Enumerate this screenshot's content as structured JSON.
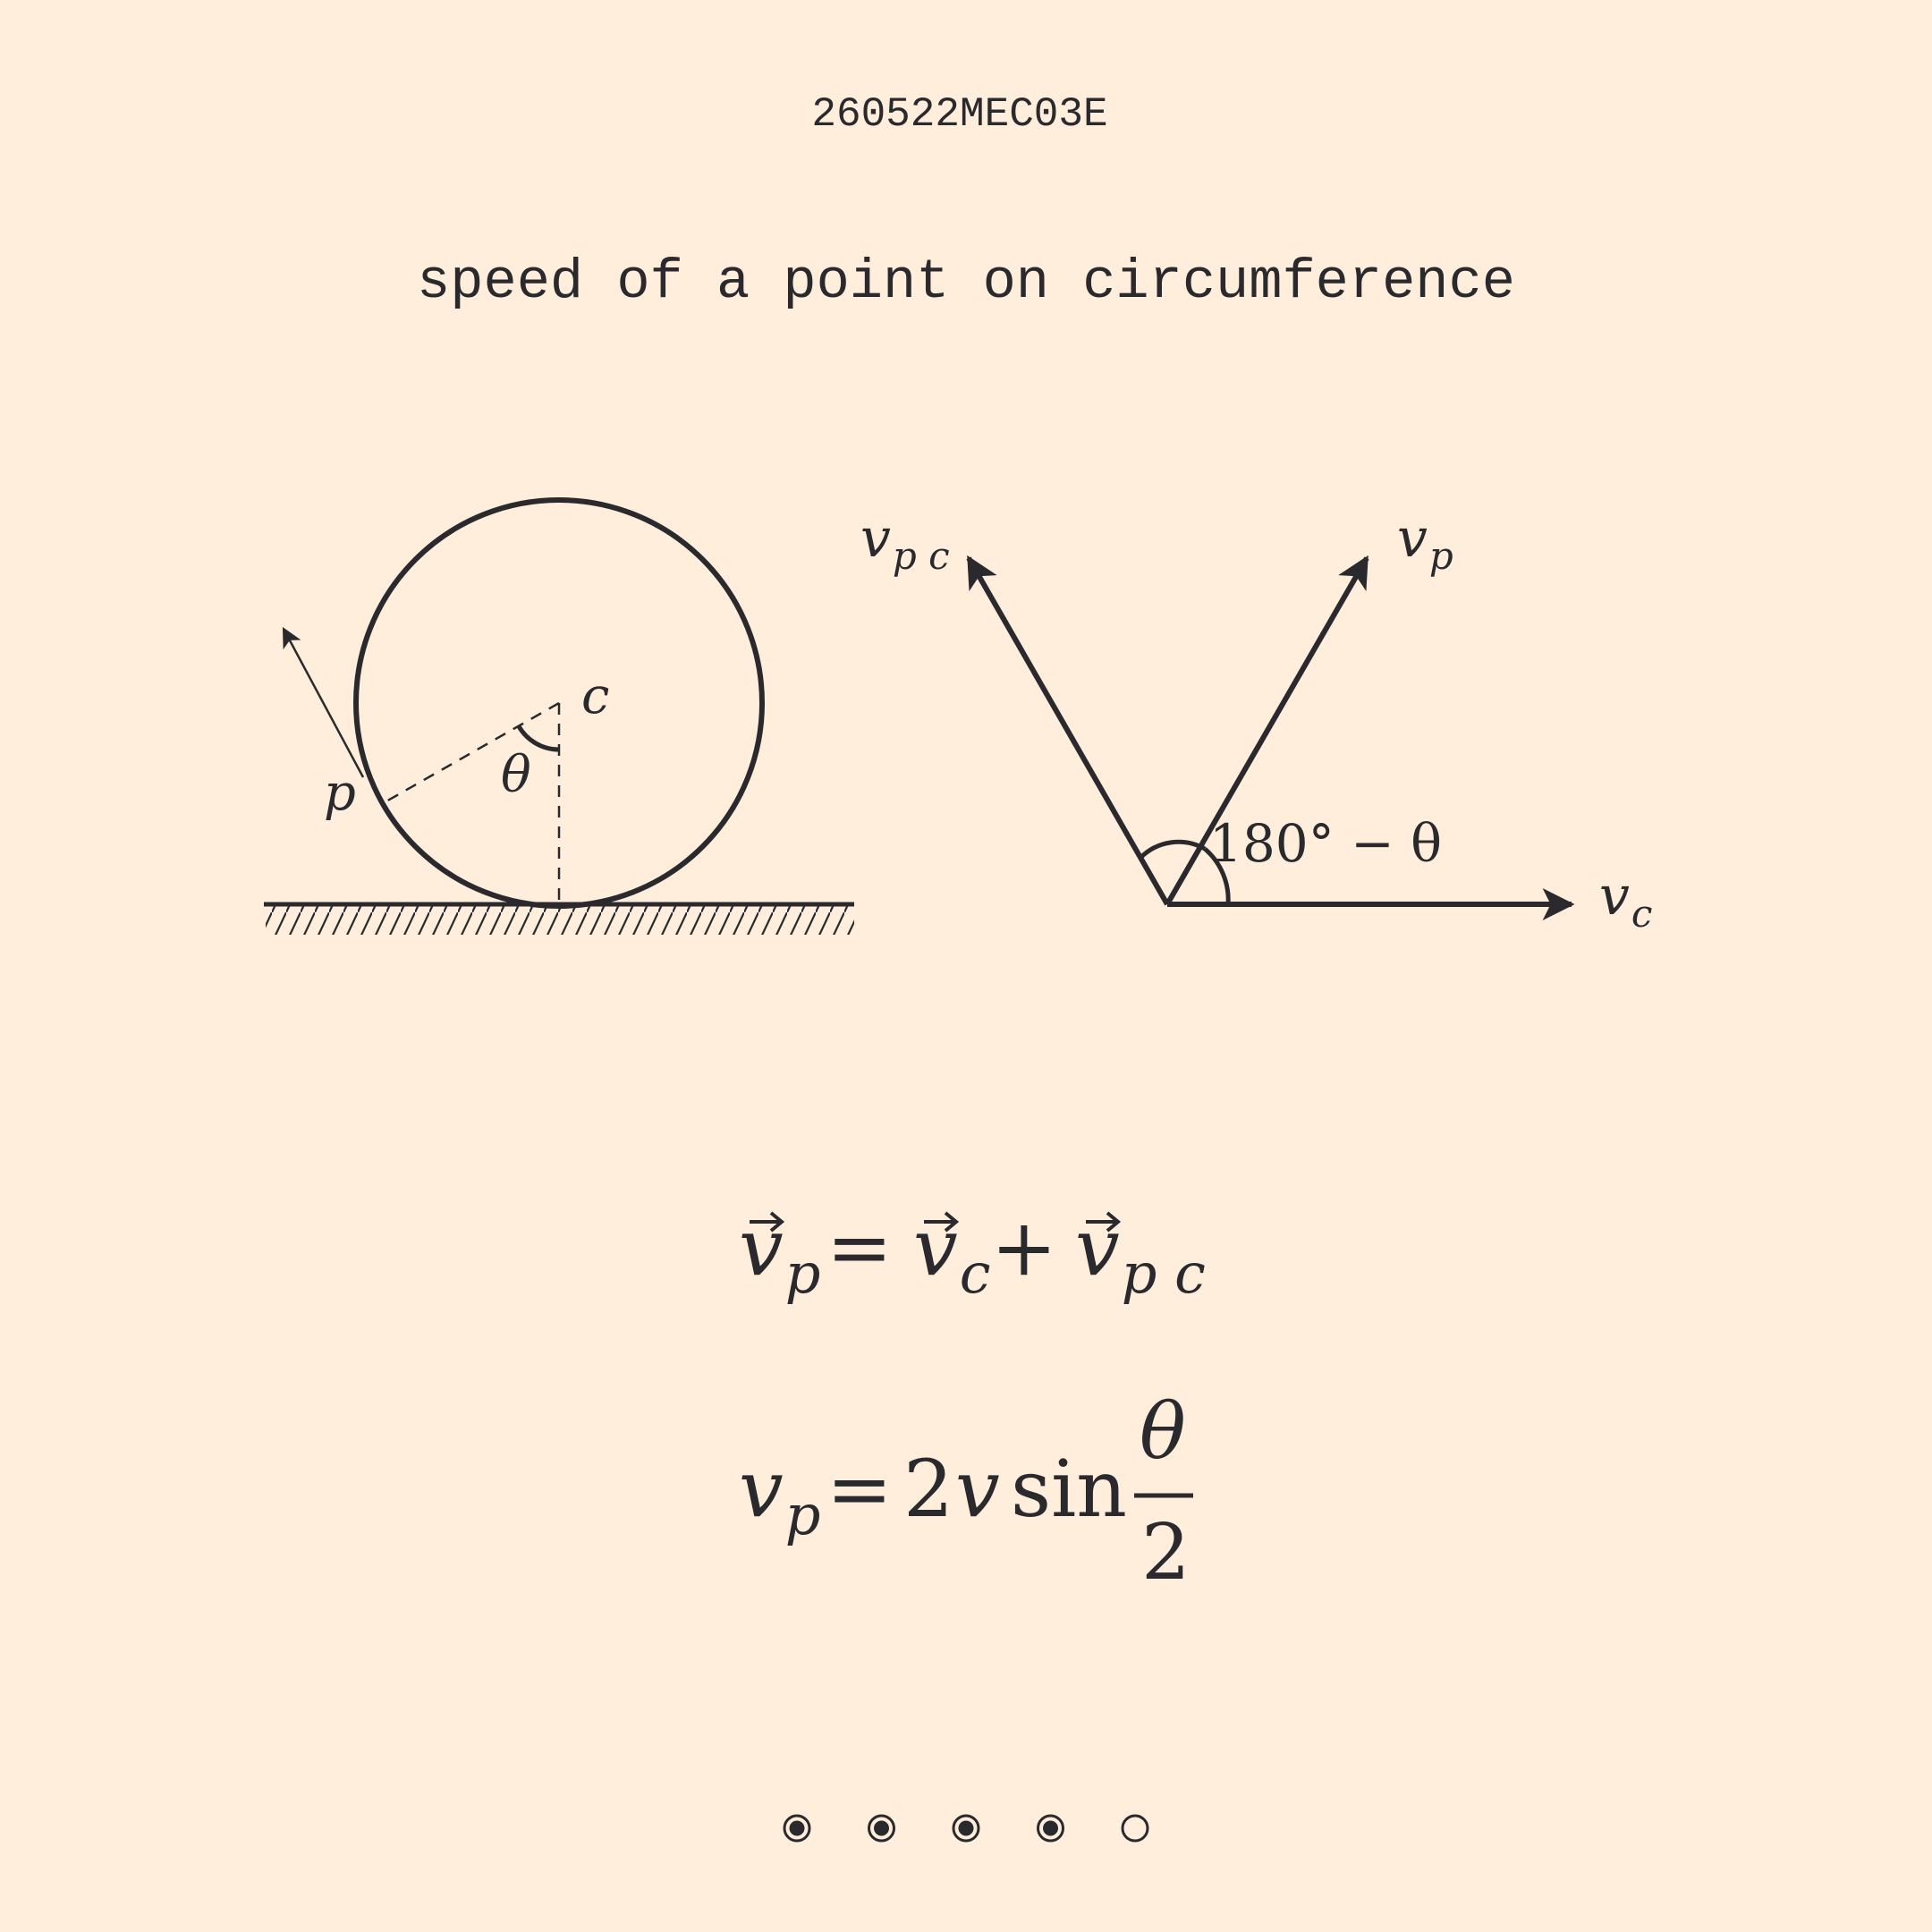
{
  "header": {
    "code": "260522MEC03E",
    "title": "speed of a point on circumference"
  },
  "diagram": {
    "wheel_labels": {
      "center": "c",
      "point": "p",
      "angle": "θ"
    },
    "vector_labels": {
      "v": "v",
      "sub_pc": "p c",
      "sub_p": "p",
      "sub_c": "c",
      "angle": "180° − θ"
    }
  },
  "equations": {
    "vector_sum": {
      "lhs_sub": "p",
      "rhs1_sub": "c",
      "rhs2_sub": "p c",
      "equals": "=",
      "plus": "+"
    },
    "magnitude": {
      "lhs_sub": "p",
      "equals": "=",
      "coef": "2",
      "v": "v",
      "func": "sin",
      "numerator": "θ",
      "denominator": "2"
    }
  },
  "pagination": {
    "total": 5,
    "filled": [
      true,
      true,
      true,
      true,
      false
    ]
  },
  "colors": {
    "background": "#ffeedb",
    "ink": "#2a2a2e"
  }
}
